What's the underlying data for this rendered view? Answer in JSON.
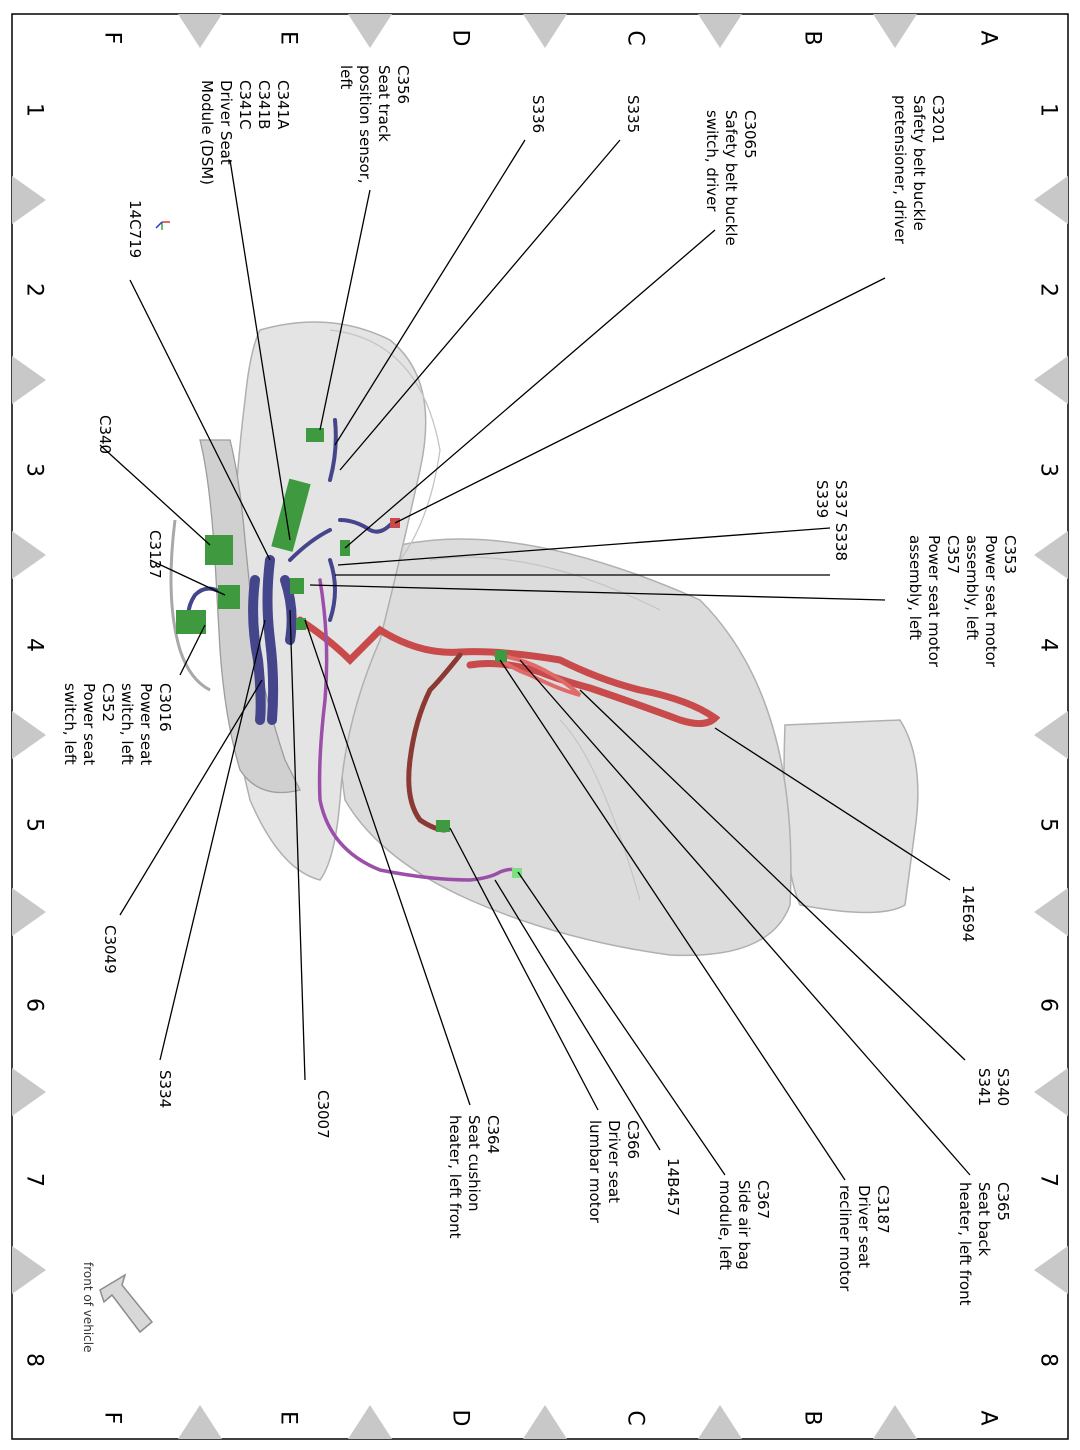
{
  "grid": {
    "letters": [
      "A",
      "B",
      "C",
      "D",
      "E",
      "F"
    ],
    "numbers": [
      "1",
      "2",
      "3",
      "4",
      "5",
      "6",
      "7",
      "8"
    ]
  },
  "orientation_note": "front of vehicle",
  "labels": [
    {
      "id": "c3201",
      "lines": [
        "C3201",
        "Safety belt buckle",
        "pretensioner, driver"
      ]
    },
    {
      "id": "c3065",
      "lines": [
        "C3065",
        "Safety belt buckle",
        "switch, driver"
      ]
    },
    {
      "id": "s335",
      "lines": [
        "S335"
      ]
    },
    {
      "id": "s336",
      "lines": [
        "S336"
      ]
    },
    {
      "id": "c356",
      "lines": [
        "C356",
        "Seat track",
        "position sensor,",
        "left"
      ]
    },
    {
      "id": "c341",
      "lines": [
        "C341A",
        "C341B",
        "C341C",
        "Driver Seat",
        "Module (DSM)"
      ]
    },
    {
      "id": "14c719",
      "lines": [
        "14C719"
      ]
    },
    {
      "id": "c340",
      "lines": [
        "C340"
      ]
    },
    {
      "id": "c3137",
      "lines": [
        "C3137"
      ]
    },
    {
      "id": "c3016",
      "lines": [
        "C3016",
        "Power seat",
        "switch, left",
        "C352",
        "Power seat",
        "switch, left"
      ]
    },
    {
      "id": "c3049",
      "lines": [
        "C3049"
      ]
    },
    {
      "id": "s334",
      "lines": [
        "S334"
      ]
    },
    {
      "id": "c3007",
      "lines": [
        "C3007"
      ]
    },
    {
      "id": "c364",
      "lines": [
        "C364",
        "Seat cushion",
        "heater, left front"
      ]
    },
    {
      "id": "c366",
      "lines": [
        "C366",
        "Driver seat",
        "lumbar motor"
      ]
    },
    {
      "id": "14b457",
      "lines": [
        "14B457"
      ]
    },
    {
      "id": "c367",
      "lines": [
        "C367",
        "Side air bag",
        "module, left"
      ]
    },
    {
      "id": "c3187",
      "lines": [
        "C3187",
        "Driver seat",
        "recliner motor"
      ]
    },
    {
      "id": "c365",
      "lines": [
        "C365",
        "Seat back",
        "heater, left front"
      ]
    },
    {
      "id": "s340",
      "lines": [
        "S340",
        "S341"
      ]
    },
    {
      "id": "14e694",
      "lines": [
        "14E694"
      ]
    },
    {
      "id": "c353",
      "lines": [
        "C353",
        "Power seat motor",
        "assembly, left",
        "C357",
        "Power seat motor",
        "assembly, left"
      ]
    },
    {
      "id": "s337",
      "lines": [
        "S337 S338",
        "S339"
      ]
    }
  ],
  "colors": {
    "seat": "#d9d9d9",
    "seat_edge": "#b3b3b3",
    "harness_blue": "#45458c",
    "harness_red": "#c94a4a",
    "harness_purple": "#9b4fa8",
    "harness_brown": "#8b3a33",
    "connector_green": "#3f9a3f",
    "grid_triangle": "#c8c8c8"
  }
}
